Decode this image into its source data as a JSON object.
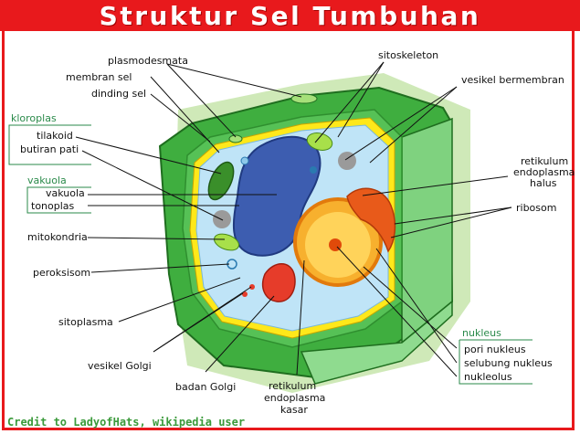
{
  "title": "Struktur Sel Tumbuhan",
  "credit": "Credit to LadyofHats, wikipedia user",
  "colors": {
    "banner": "#e8191c",
    "group_label": "#2a8a4a",
    "cell_wall": "#3fae3f",
    "cytoplasm": "#bfe4f7",
    "vacuole": "#3d5db0",
    "nucleus": "#f7b02e",
    "golgi": "#e63c2a",
    "er": "#e85a1a"
  },
  "labels": {
    "plasmodesmata": "plasmodesmata",
    "membran_sel": "membran sel",
    "dinding_sel": "dinding sel",
    "tilakoid": "tilakoid",
    "butiran_pati": "butiran pati",
    "vakuola": "vakuola",
    "tonoplas": "tonoplas",
    "mitokondria": "mitokondria",
    "peroksisom": "peroksisom",
    "sitoplasma": "sitoplasma",
    "vesikel_golgi": "vesikel Golgi",
    "badan_golgi": "badan Golgi",
    "re_kasar_1": "retikulum",
    "re_kasar_2": "endoplasma",
    "re_kasar_3": "kasar",
    "sitoskeleton": "sitoskeleton",
    "vesikel_bermembran": "vesikel bermembran",
    "re_halus_1": "retikulum",
    "re_halus_2": "endoplasma",
    "re_halus_3": "halus",
    "ribosom": "ribosom",
    "pori_nukleus": "pori nukleus",
    "selubung_nukleus": "selubung nukleus",
    "nukleolus": "nukleolus"
  },
  "groups": {
    "kloroplas": "kloroplas",
    "vakuola": "vakuola",
    "nukleus": "nukleus"
  }
}
